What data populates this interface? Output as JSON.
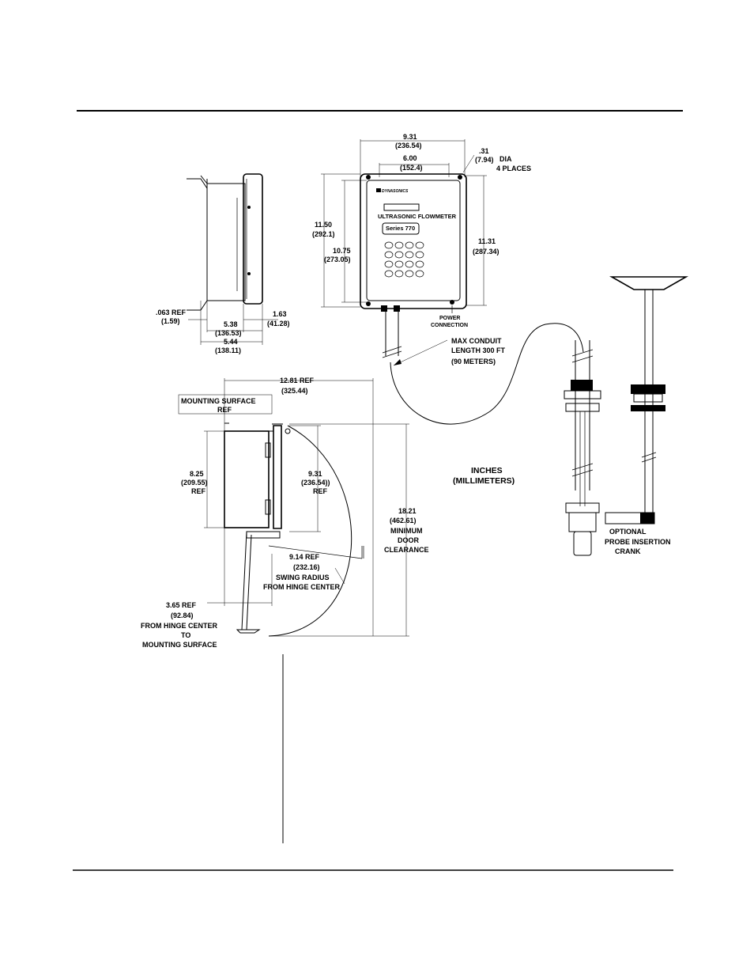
{
  "side_view": {
    "ref_063": ".063 REF",
    "ref_063_mm": "(1.59)",
    "d163": "1.63",
    "d163_mm": "(41.28)",
    "d538": "5.38",
    "d538_mm": "(136.53)",
    "d544": "5.44",
    "d544_mm": "(138.11)"
  },
  "front_view": {
    "d931": "9.31",
    "d931_mm": "(236.54)",
    "d600": "6.00",
    "d600_mm": "(152.4)",
    "d31": ".31",
    "d31_mm": "(7.94)",
    "dia": "DIA",
    "places": "4 PLACES",
    "d1150": "11.50",
    "d1150_mm": "(292.1)",
    "d1075": "10.75",
    "d1075_mm": "(273.05)",
    "d1131": "11.31",
    "d1131_mm": "(287.34)",
    "brand": "DYNASONICS",
    "product": "ULTRASONIC FLOWMETER",
    "series": "Series 770",
    "power_1": "POWER",
    "power_2": "CONNECTION"
  },
  "conduit": {
    "line1": "MAX CONDUIT",
    "line2": "LENGTH 300 FT",
    "line3": "(90 METERS)"
  },
  "top_view": {
    "d1281": "12.81 REF",
    "d1281_mm": "(325.44)",
    "mount_1": "MOUNTING SURFACE",
    "mount_2": "REF",
    "d825": "8.25",
    "d825_mm": "(209.55)",
    "d825_ref": "REF",
    "d931": "9.31",
    "d931_mm": "(236.54))",
    "d931_ref": "REF",
    "d1821": "18.21",
    "d1821_mm": "(462.61)",
    "d1821_l1": "MINIMUM",
    "d1821_l2": "DOOR",
    "d1821_l3": "CLEARANCE",
    "d914": "9.14 REF",
    "d914_mm": "(232.16)",
    "d914_l1": "SWING RADIUS",
    "d914_l2": "FROM HINGE CENTER",
    "d365": "3.65 REF",
    "d365_mm": "(92.84)",
    "d365_l1": "FROM HINGE CENTER",
    "d365_l2": "TO",
    "d365_l3": "MOUNTING SURFACE"
  },
  "units": {
    "line1": "INCHES",
    "line2": "(MILLIMETERS)"
  },
  "crank": {
    "line1": "OPTIONAL",
    "line2": "PROBE INSERTION",
    "line3": "CRANK"
  }
}
